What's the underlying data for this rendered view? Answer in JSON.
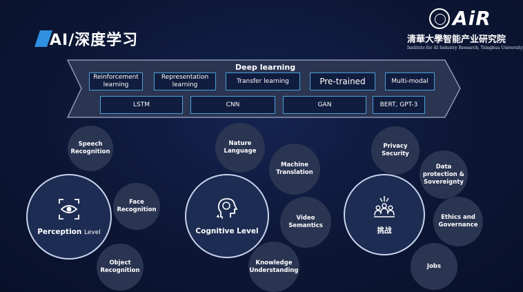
{
  "title": "AI/深度学习",
  "logo": {
    "brand": "AiR",
    "cn_name": "清華大學智能产业研究院",
    "en_name": "Institute for AI Industry Research, Tsinghua University"
  },
  "deep_learning": {
    "title": "Deep learning",
    "row1": [
      "Reinforcement learning",
      "Representation learning",
      "Transfer learning",
      "Pre-trained",
      "Multi-modal"
    ],
    "row2": [
      "LSTM",
      "CNN",
      "GAN",
      "BERT, GPT-3"
    ]
  },
  "perception": {
    "label_main": "Perception",
    "label_suffix": "Level",
    "items": [
      "Speech Recognition",
      "Face Recognition",
      "Object Recognition"
    ]
  },
  "cognitive": {
    "label": "Cognitive Level",
    "items": [
      "Nature Language",
      "Machine Translation",
      "Video Semantics",
      "Knowledge Understanding"
    ]
  },
  "challenge": {
    "label": "挑战",
    "items": [
      "Privacy Security",
      "Data protection & Sovereignty",
      "Ethics and Governance",
      "Jobs"
    ]
  },
  "colors": {
    "background": "#0c1633",
    "box_border": "#4aa0d8",
    "small_circle": "#2a3552",
    "main_circle": "#1d2c52",
    "title_mark": "#2f8fe0"
  }
}
